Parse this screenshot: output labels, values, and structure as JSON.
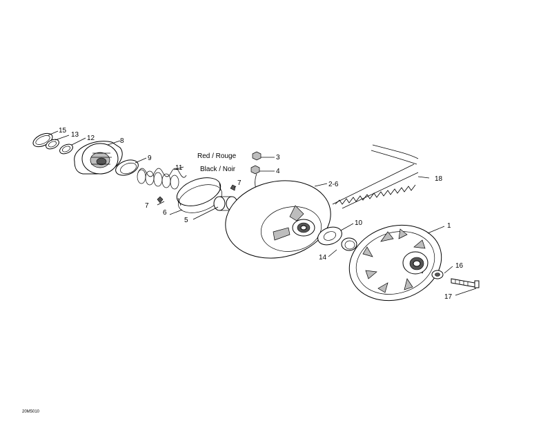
{
  "diagram": {
    "callouts": {
      "c1": "1",
      "c2_6": "2-6",
      "c3": "3",
      "c4": "4",
      "c5": "5",
      "c6": "6",
      "c7a": "7",
      "c7b": "7",
      "c8": "8",
      "c9": "9",
      "c10": "10",
      "c11": "11",
      "c12": "12",
      "c13": "13",
      "c14": "14",
      "c15": "15",
      "c16": "16",
      "c17": "17",
      "c18": "18"
    },
    "weight_labels": {
      "red": "Red / Rouge",
      "black": "Black / Noir"
    },
    "drawing_code": "20M5010"
  }
}
